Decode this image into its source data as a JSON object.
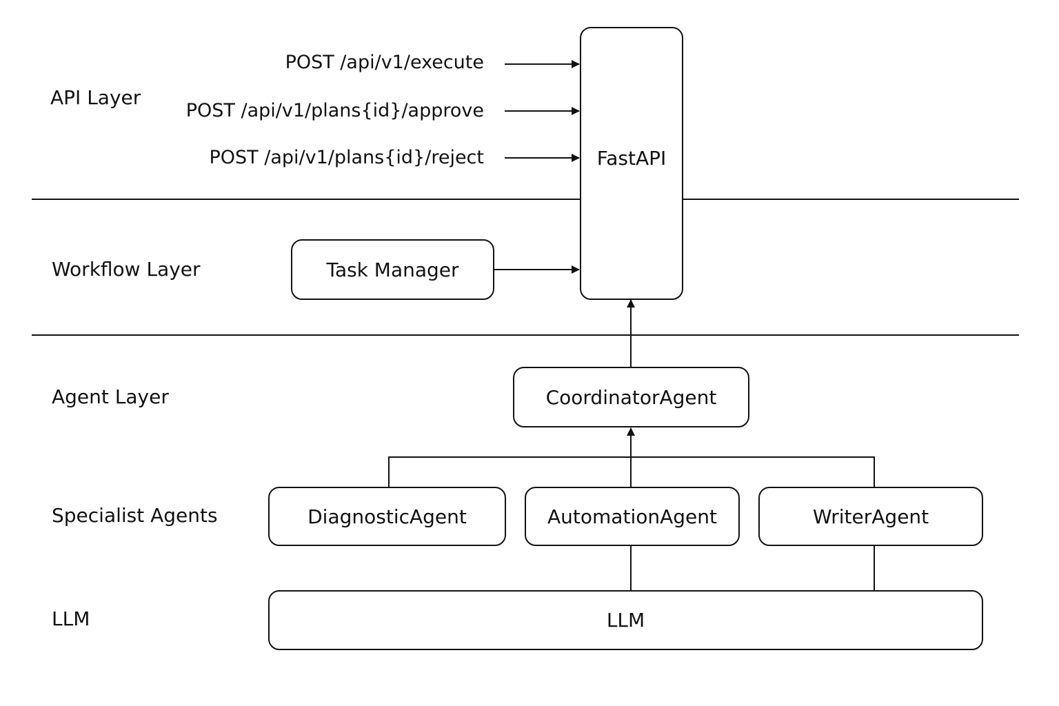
{
  "layers": {
    "api": "API Layer",
    "workflow": "Workflow Layer",
    "agent": "Agent Layer",
    "specialist": "Specialist Agents",
    "llm": "LLM"
  },
  "endpoints": [
    "POST /api/v1/execute",
    "POST /api/v1/plans{id}/approve",
    "POST /api/v1/plans{id}/reject"
  ],
  "nodes": {
    "fastapi": "FastAPI",
    "task_manager": "Task Manager",
    "coordinator": "CoordinatorAgent",
    "diagnostic": "DiagnosticAgent",
    "automation": "AutomationAgent",
    "writer": "WriterAgent",
    "llm": "LLM"
  }
}
